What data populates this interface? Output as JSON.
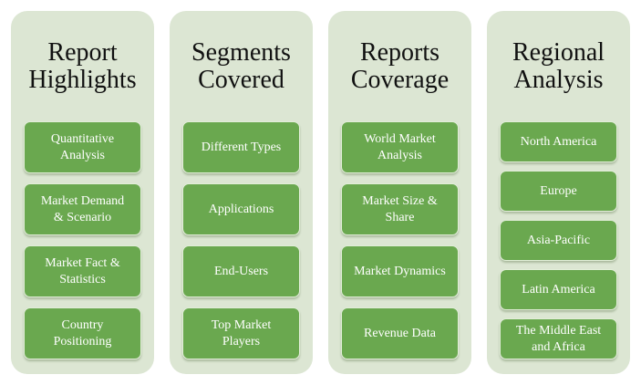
{
  "colors": {
    "page_bg": "#ffffff",
    "panel_bg": "#dce6d3",
    "box_bg": "#6aa84f",
    "box_border": "#e2eed9",
    "box_text": "#ffffff",
    "title_text": "#111111"
  },
  "columns": [
    {
      "title": "Report Highlights",
      "items": [
        "Quantitative Analysis",
        "Market Demand & Scenario",
        "Market Fact & Statistics",
        "Country Positioning"
      ]
    },
    {
      "title": "Segments Covered",
      "items": [
        "Different Types",
        "Applications",
        "End-Users",
        "Top Market Players"
      ]
    },
    {
      "title": "Reports Coverage",
      "items": [
        "World Market Analysis",
        "Market Size & Share",
        "Market Dynamics",
        "Revenue Data"
      ]
    },
    {
      "title": "Regional Analysis",
      "items": [
        "North America",
        "Europe",
        "Asia-Pacific",
        "Latin America",
        "The Middle East and Africa"
      ]
    }
  ]
}
